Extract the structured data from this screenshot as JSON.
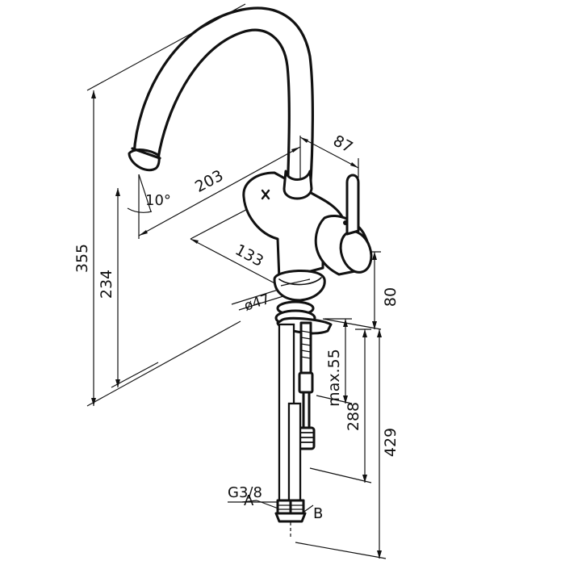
{
  "diagram": {
    "dimensions": {
      "d355": "355",
      "d234": "234",
      "d203": "203",
      "d10deg": "10°",
      "d87": "87",
      "d133": "133",
      "d80": "80",
      "d47": "ø47",
      "dmax55": "max.55",
      "d288": "288",
      "d429": "429"
    },
    "labels": {
      "thread": "G3/8",
      "hose_a": "A",
      "hose_b": "B"
    }
  }
}
